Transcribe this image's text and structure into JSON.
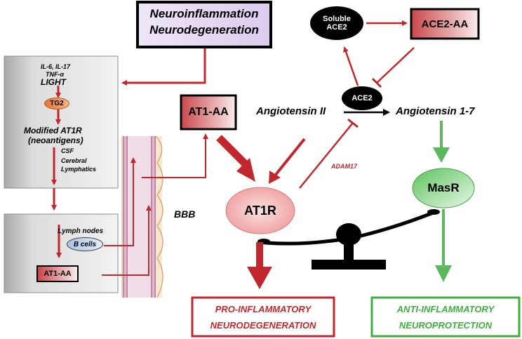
{
  "top_box": {
    "line1": "Neuroinflammation",
    "line2": "Neurodegeneration"
  },
  "panel_upper": {
    "cytokines_line1": "IL-6, IL-17",
    "cytokines_line2": "TNF-α",
    "light": "LIGHT",
    "tg2": "TG2",
    "modified_line1": "Modified AT1R",
    "modified_line2": "(neoantigens)",
    "csf": "CSF",
    "cerebral": "Cerebral",
    "lymphatics": "Lymphatics"
  },
  "panel_lower": {
    "lymph_nodes": "Lymph nodes",
    "b_cells": "B cells",
    "at1aa": "AT1-AA"
  },
  "bbb_label": "BBB",
  "at1aa_main": "AT1-AA",
  "soluble_ace2_line1": "Soluble",
  "soluble_ace2_line2": "ACE2",
  "ace2aa": "ACE2-AA",
  "ace2": "ACE2",
  "angiotensin_ii": "Angiotensin II",
  "angiotensin_17": "Angiotensin 1-7",
  "adam17": "ADAM17",
  "at1r": "AT1R",
  "masr": "MasR",
  "pro_box": {
    "line1": "PRO-INFLAMMATORY",
    "line2": "NEURODEGENERATION"
  },
  "anti_box": {
    "line1": "ANTI-INFLAMMATORY",
    "line2": "NEUROPROTECTION"
  },
  "colors": {
    "red_arrow": "#c1272d",
    "green_arrow": "#5cb85c",
    "green_text": "#3fae3f",
    "panel_gray": "#d9d9d9",
    "bbb_pink": "#c98fae"
  }
}
